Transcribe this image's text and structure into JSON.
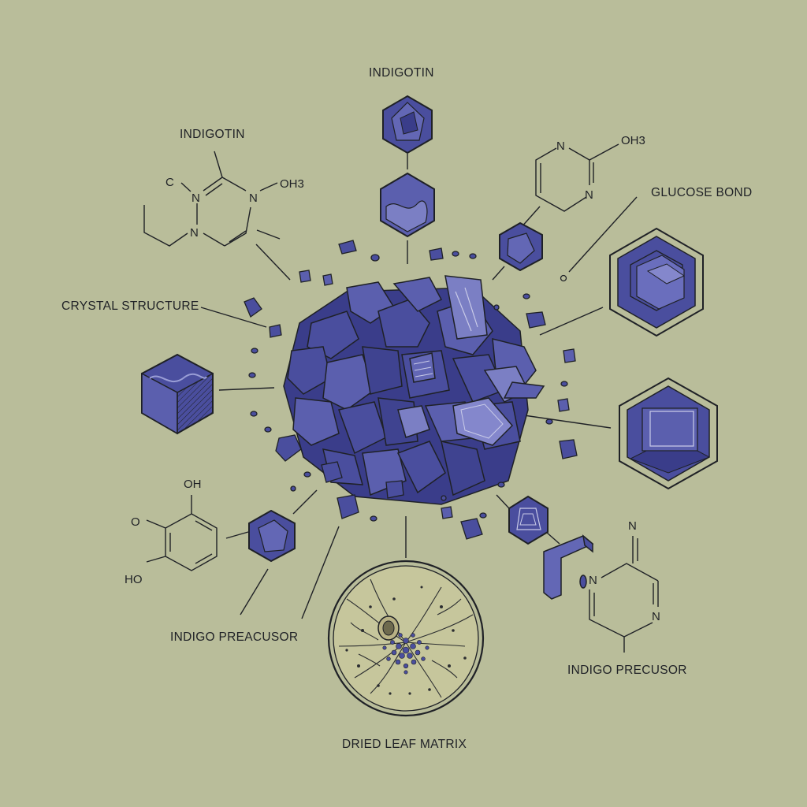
{
  "labels": {
    "indigotin_top": "INDIGOTIN",
    "indigotin_left": "INDIGOTIN",
    "crystal_structure": "CRYSTAL STRUCTURE",
    "glucose_bond": "GLUCOSE BOND",
    "precursor_left": "INDIGO PREACUSOR",
    "precursor_right": "INDIGO PRECUSOR",
    "dried_leaf": "DRIED LEAF MATRIX"
  },
  "atoms": {
    "left_molecule": [
      "C",
      "N",
      "N",
      "OH3",
      "N"
    ],
    "top_right_molecule": [
      "N",
      "N",
      "OH3"
    ],
    "phenol_molecule": [
      "OH",
      "O",
      "HO"
    ],
    "bottom_right_molecule": [
      "N",
      "N",
      "N"
    ]
  },
  "colors": {
    "background": "#b9bd9a",
    "indigo_dark": "#3a3d8a",
    "indigo_mid": "#4a4e9e",
    "indigo_light": "#7b7fc4",
    "ink": "#1f2126"
  }
}
